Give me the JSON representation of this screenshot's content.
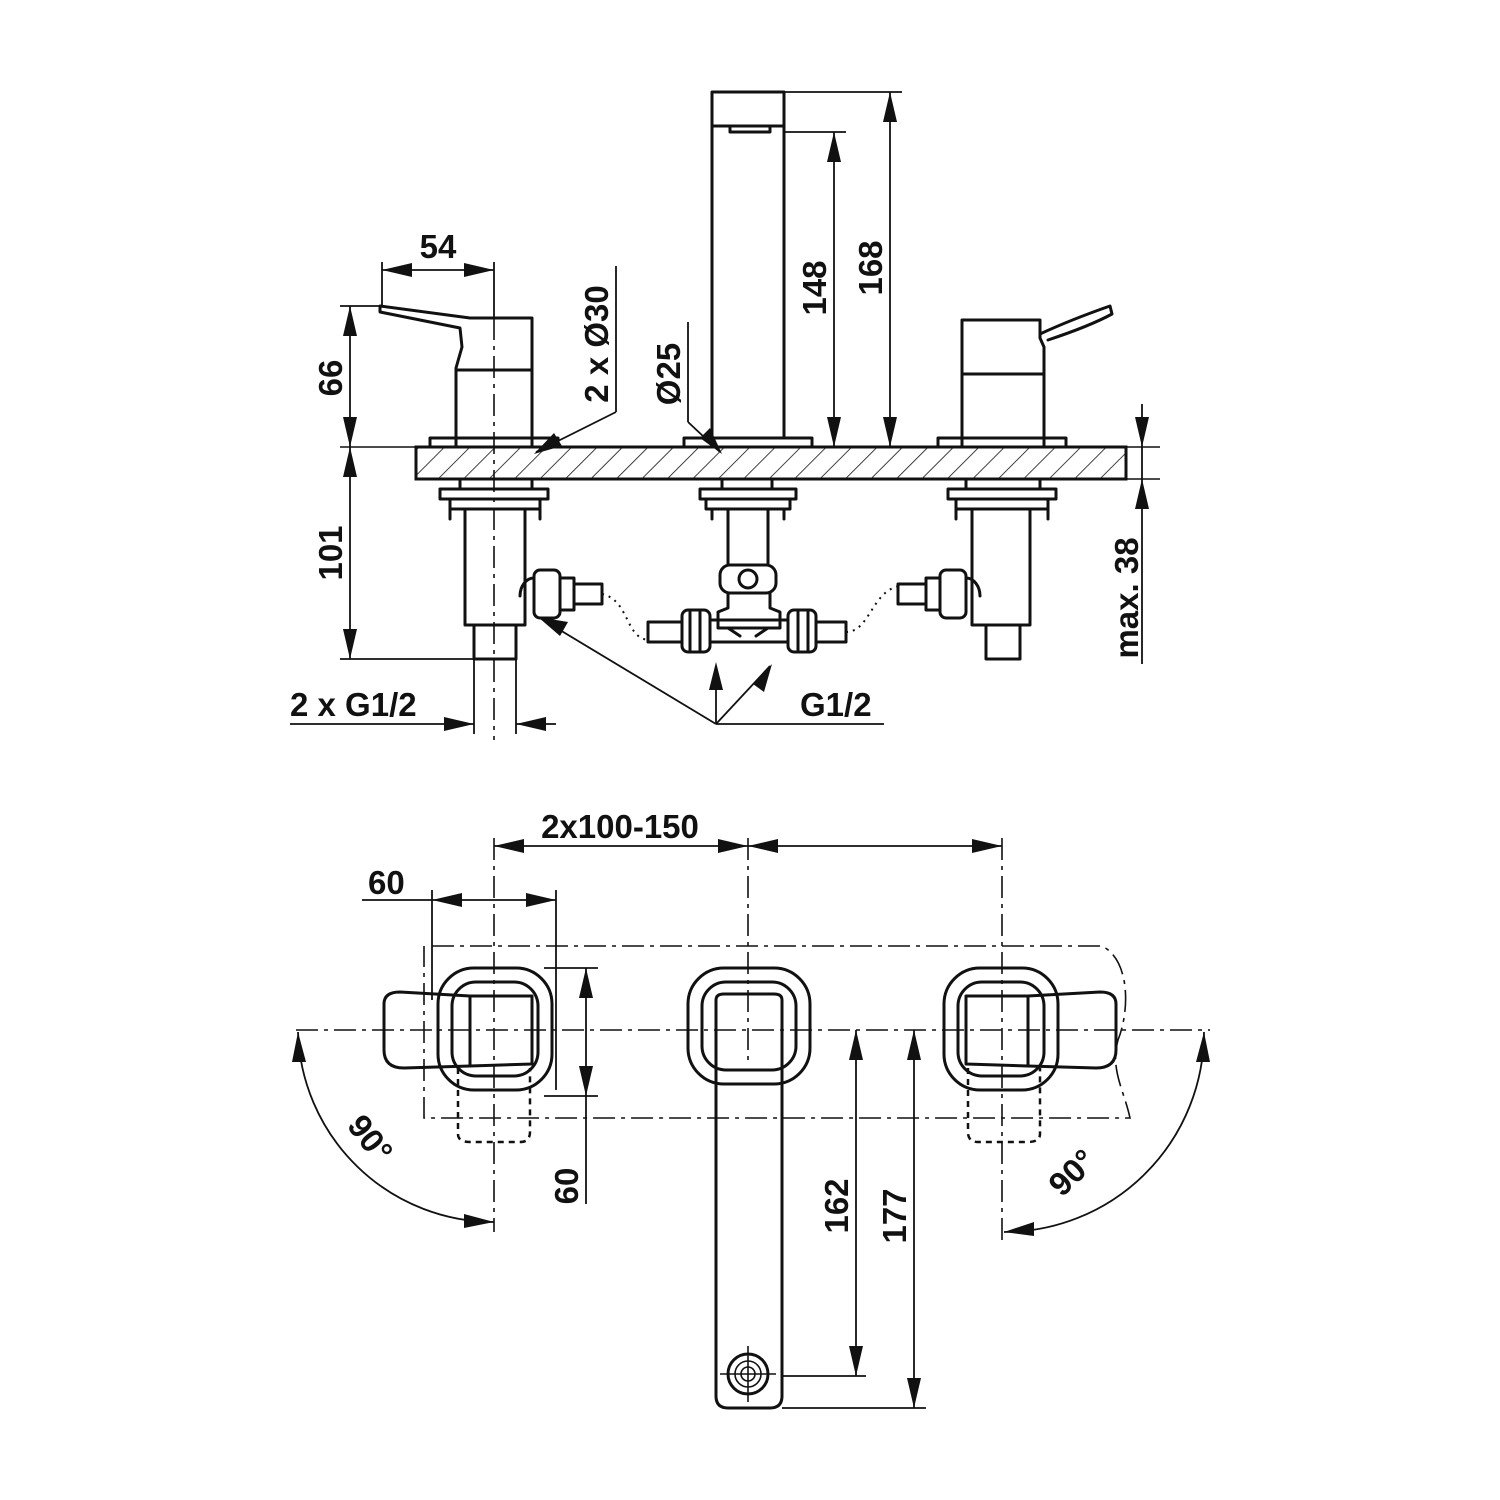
{
  "side_view": {
    "dim_handle_offset": "54",
    "dim_handle_height": "66",
    "dim_body_diameter": "2 x Ø30",
    "dim_spout_diameter": "Ø25",
    "dim_spout_height_inner": "148",
    "dim_spout_height_total": "168",
    "dim_under_deck": "101",
    "dim_deck_thickness": "max. 38",
    "thread_inlets": "2 x G1/2",
    "thread_connector": "G1/2"
  },
  "top_view": {
    "dim_spacing": "2x100-150",
    "dim_handle_width": "60",
    "dim_handle_depth": "60",
    "dim_spout_reach_inner": "162",
    "dim_spout_reach_total": "177",
    "angle_left": "90°",
    "angle_right": "90°"
  }
}
